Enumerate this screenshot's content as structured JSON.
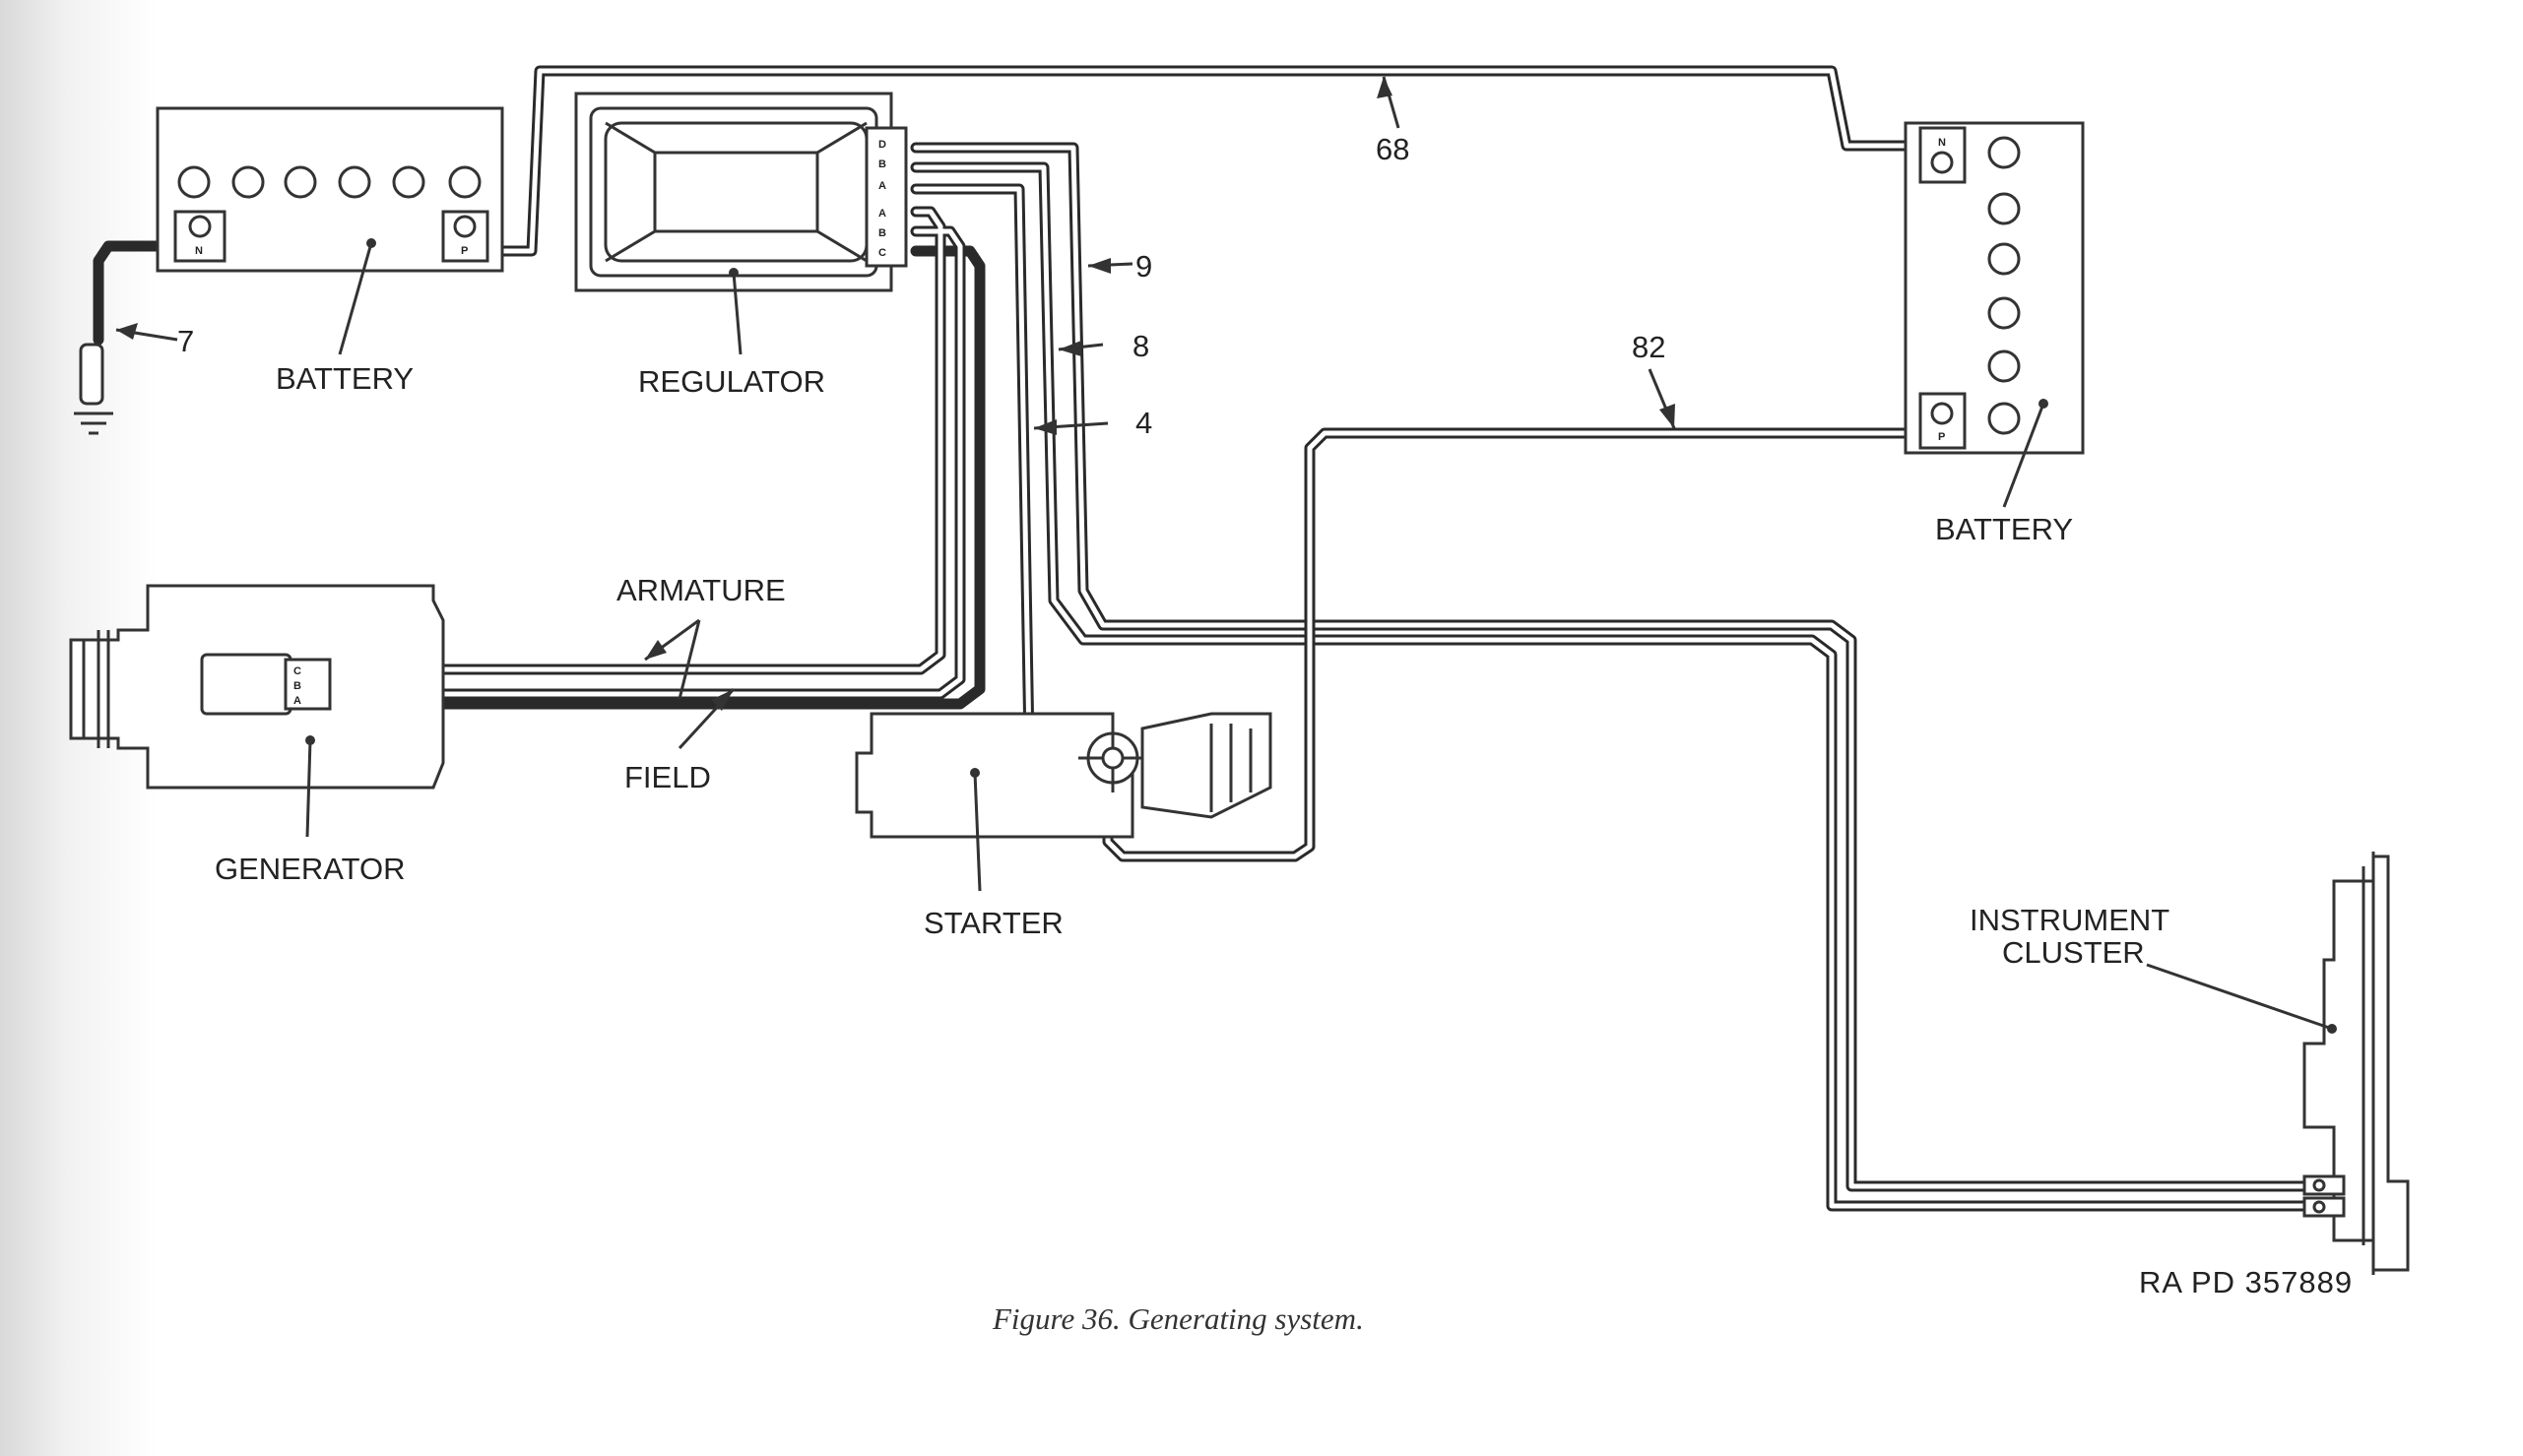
{
  "components": {
    "battery_left": "BATTERY",
    "regulator": "REGULATOR",
    "battery_right": "BATTERY",
    "generator": "GENERATOR",
    "starter": "STARTER",
    "instrument_cluster_line1": "INSTRUMENT",
    "instrument_cluster_line2": "CLUSTER"
  },
  "wire_labels": {
    "armature": "ARMATURE",
    "field": "FIELD"
  },
  "wire_numbers": {
    "w7": "7",
    "w68": "68",
    "w9": "9",
    "w8": "8",
    "w4": "4",
    "w82": "82"
  },
  "terminals": {
    "neg": "N",
    "pos": "P",
    "reg_top": [
      "D",
      "B",
      "A"
    ],
    "reg_bottom": [
      "A",
      "B",
      "C"
    ],
    "gen": [
      "C",
      "B",
      "A"
    ]
  },
  "caption": "Figure 36. Generating system.",
  "plate_code": "RA PD 357889"
}
